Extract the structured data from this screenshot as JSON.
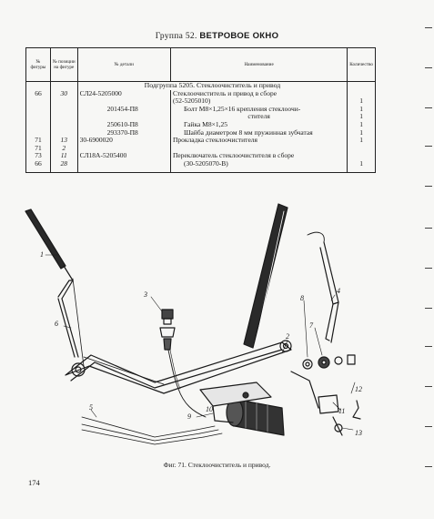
{
  "header": {
    "group_label": "Группа 52.",
    "group_name": "ВЕТРОВОЕ ОКНО"
  },
  "table": {
    "columns": {
      "fig": "№ фигуры",
      "pos": "№ позиции на фигуре",
      "part": "№ детали",
      "name": "Наименование",
      "qty": "Количество"
    },
    "subgroup": "Подгруппа 5205. Стеклоочиститель и привод",
    "rows": [
      {
        "fig": "66",
        "pos": "30",
        "part": "СЛ24-5205000",
        "name": "Стеклоочиститель и привод в сборе",
        "qty": ""
      },
      {
        "fig": "",
        "pos": "",
        "part": "",
        "name": "(52-5205010)",
        "qty": "1"
      },
      {
        "fig": "",
        "pos": "",
        "part": "201454-П8",
        "name": "Болт М8×1,25×16 крепления стеклоочи-",
        "qty": "1"
      },
      {
        "fig": "",
        "pos": "",
        "part": "",
        "name": "стителя",
        "qty": "1"
      },
      {
        "fig": "",
        "pos": "",
        "part": "250610-П8",
        "name": "Гайка М8×1,25",
        "qty": "1"
      },
      {
        "fig": "",
        "pos": "",
        "part": "293370-П8",
        "name": "Шайба диаметром 8 мм пружинная зубчатая",
        "qty": "1"
      },
      {
        "fig": "71",
        "pos": "13",
        "part": "30-6900020",
        "name": "Прокладка стеклоочистителя",
        "qty": "1"
      },
      {
        "fig": "71",
        "pos": "2",
        "part": "",
        "name": "",
        "qty": ""
      },
      {
        "fig": "73",
        "pos": "11",
        "part": "СЛ18А-5205400",
        "name": "Переключатель стеклоочистителя в сборе",
        "qty": ""
      },
      {
        "fig": "66",
        "pos": "28",
        "part": "",
        "name": "(30-5205070-В)",
        "qty": "1"
      }
    ]
  },
  "figure": {
    "callouts": [
      "1",
      "2",
      "3",
      "4",
      "5",
      "6",
      "7",
      "8",
      "9",
      "10",
      "11",
      "12",
      "13"
    ],
    "caption": "Фиг. 71. Стеклоочиститель и привод."
  },
  "page_number": "174"
}
